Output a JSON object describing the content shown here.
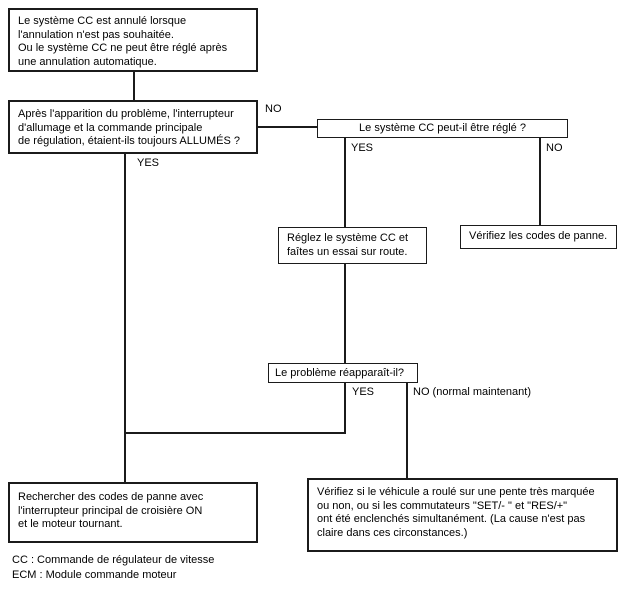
{
  "page": {
    "background": "#ffffff"
  },
  "flowchart": {
    "colors": {
      "line": "#1b1b1b",
      "text": "#000000",
      "box_background": "#ffffff"
    },
    "boxes": {
      "start": "Le système CC est annulé lorsque\nl'annulation n'est pas souhaitée.\nOu le système CC ne peut être réglé après\nune annulation automatique.",
      "q_switches_on": "Après l'apparition du problème, l'interrupteur\nd'allumage et la commande principale\nde régulation, étaient-ils toujours ALLUMÉS ?",
      "q_can_be_set": "Le système CC peut-il être réglé ?",
      "set_and_test": "Réglez le système CC et\nfaîtes un essai sur route.",
      "check_trouble_codes": "Vérifiez les codes de panne.",
      "q_problem_reappears": "Le problème réapparaît-il?",
      "search_trouble_codes": "Rechercher des codes de panne avec\nl'interrupteur principal de croisière ON\net le moteur tournant.",
      "check_slope_switches": "Vérifiez si le véhicule a roulé sur une pente très marquée\nou non, ou si les commutateurs \"SET/- \" et \"RES/+\"\nont été enclenchés simultanément. (La cause n'est pas\nclaire dans ces circonstances.)"
    },
    "labels": {
      "no_switches": "NO",
      "yes_switches": "YES",
      "yes_can_set": "YES",
      "no_can_set": "NO",
      "yes_reappears": "YES",
      "no_reappears": "NO (normal maintenant)"
    },
    "legend": "CC : Commande de régulateur de vitesse\nECM : Module commande moteur"
  }
}
